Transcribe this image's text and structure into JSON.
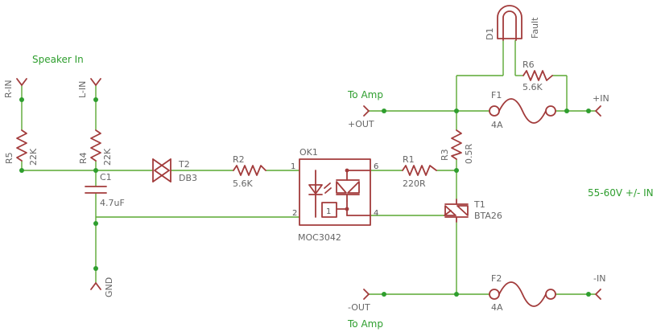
{
  "colors": {
    "wire": "#5aa832",
    "part": "#a23b3b",
    "label": "#666666",
    "net": "#2e9e2e"
  },
  "nets": {
    "speaker_in": "Speaker In",
    "to_amp_top": "To Amp",
    "to_amp_bottom": "To Amp",
    "supply": "55-60V +/- IN",
    "plus_out": "+OUT",
    "plus_in": "+IN",
    "minus_out": "-OUT",
    "minus_in": "-IN",
    "r_in": "R-IN",
    "l_in": "L-IN",
    "gnd": "GND"
  },
  "parts": {
    "r5": {
      "name": "R5",
      "value": "22K"
    },
    "r4": {
      "name": "R4",
      "value": "22K"
    },
    "c1": {
      "name": "C1",
      "value": "4.7uF"
    },
    "t2": {
      "name": "T2",
      "value": "DB3"
    },
    "r2": {
      "name": "R2",
      "value": "5.6K"
    },
    "ok1": {
      "name": "OK1",
      "value": "MOC3042",
      "pin1": "1",
      "pin2": "2",
      "pin4": "4",
      "pin6": "6",
      "inner": "1"
    },
    "r1": {
      "name": "R1",
      "value": "220R"
    },
    "r3": {
      "name": "R3",
      "value": "0.5R"
    },
    "t1": {
      "name": "T1",
      "value": "BTA26"
    },
    "f1": {
      "name": "F1",
      "value": "4A"
    },
    "f2": {
      "name": "F2",
      "value": "4A"
    },
    "r6": {
      "name": "R6",
      "value": "5.6K"
    },
    "d1": {
      "name": "D1",
      "value": "Fault"
    }
  }
}
